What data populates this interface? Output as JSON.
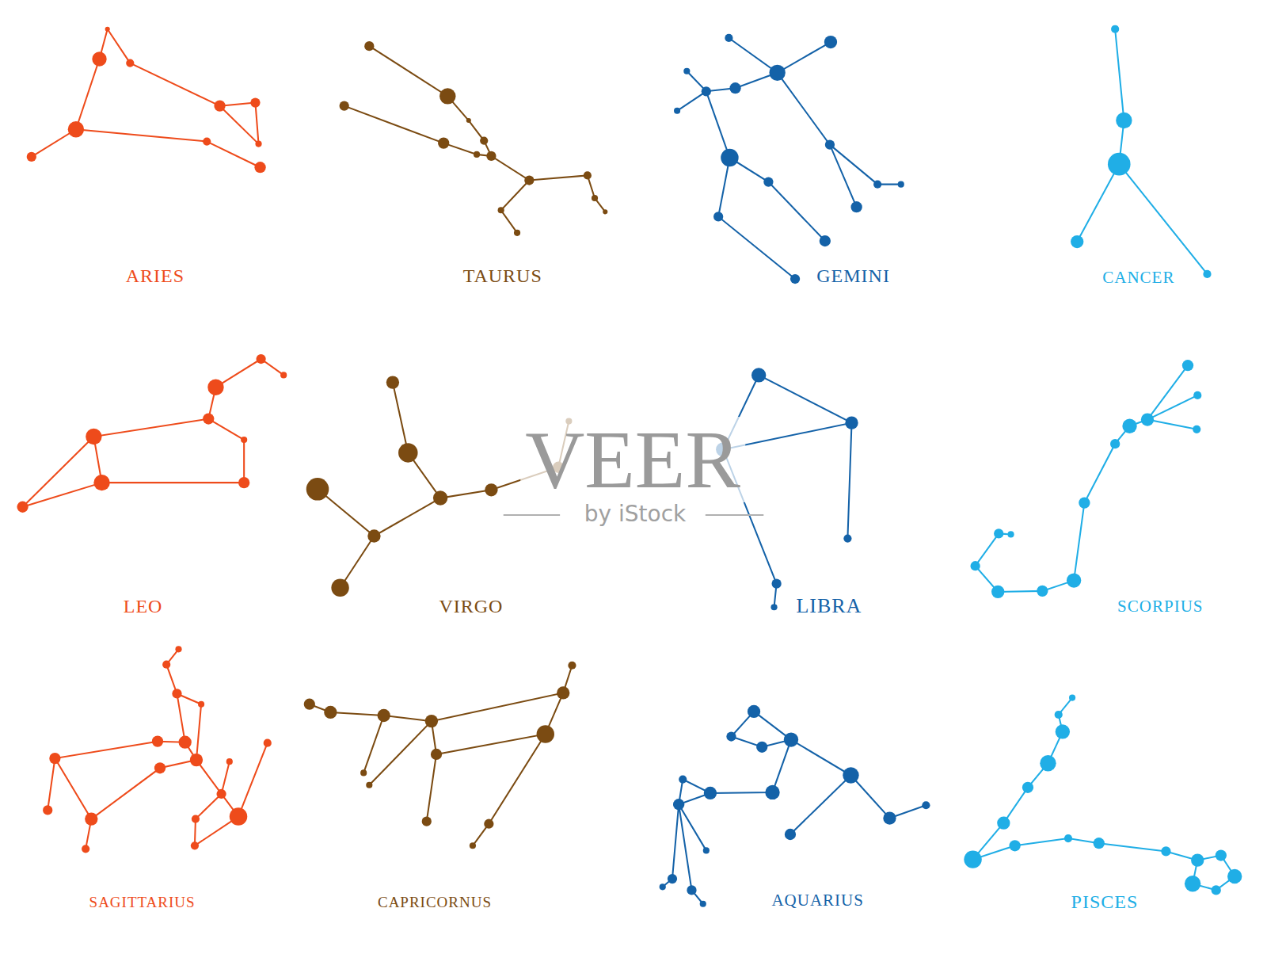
{
  "diagram": {
    "labels": [
      "ARIES",
      "TAURUS",
      "GEMINI",
      "CANCER",
      "LEO",
      "VIRGO",
      "LIBRA",
      "SCORPIUS",
      "SAGITTARIUS",
      "CAPRICORNUS",
      "AQUARIUS",
      "PISCES",
      "VEER",
      "by iStock"
    ]
  }
}
